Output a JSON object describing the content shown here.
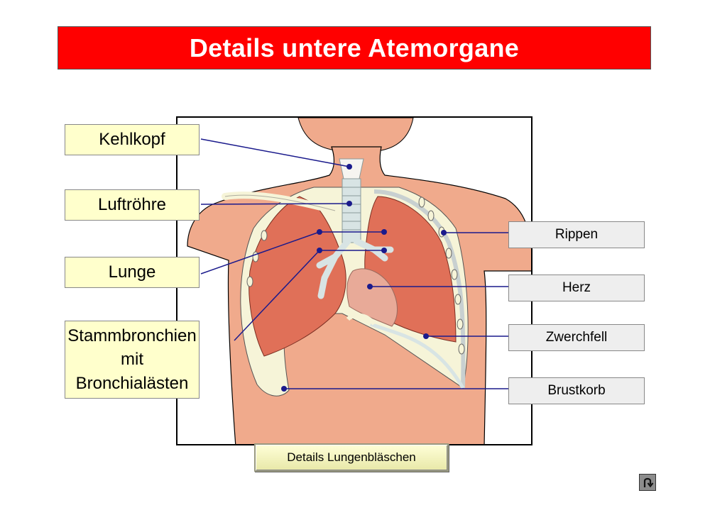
{
  "title": "Details untere Atemorgane",
  "labels_left": [
    {
      "id": "kehlkopf",
      "lines": [
        "Kehlkopf"
      ]
    },
    {
      "id": "luftroehre",
      "lines": [
        "Luftröhre"
      ]
    },
    {
      "id": "lunge",
      "lines": [
        "Lunge"
      ]
    },
    {
      "id": "stammbronchien",
      "lines": [
        "Stammbronchien",
        "mit",
        "Bronchialästen"
      ]
    }
  ],
  "labels_right": [
    {
      "id": "rippen",
      "text": "Rippen"
    },
    {
      "id": "herz",
      "text": "Herz"
    },
    {
      "id": "zwerchfell",
      "text": "Zwerchfell"
    },
    {
      "id": "brustkorb",
      "text": "Brustkorb"
    }
  ],
  "details_button": "Details Lungenbläschen",
  "back_button_icon": "u-turn-back-icon",
  "colors": {
    "title_bg": "#ff0000",
    "title_text": "#ffffff",
    "label_left_bg": "#ffffcc",
    "label_right_bg": "#eeeeee",
    "leader_line": "#1a1a8c",
    "skin": "#f0aa8c",
    "lung": "#e07058",
    "bone": "#f6f4d8",
    "heart": "#e8aa98",
    "airway": "#d8e4e4"
  }
}
